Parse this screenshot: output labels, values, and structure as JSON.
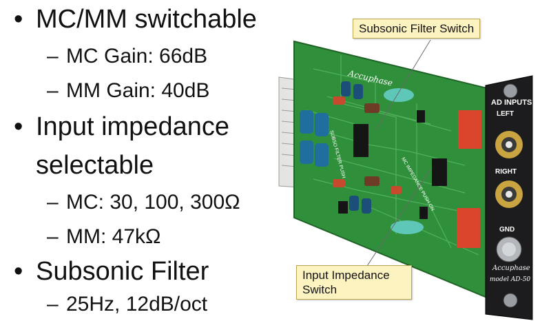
{
  "bullets": [
    {
      "text": "MC/MM switchable",
      "subs": [
        "MC Gain: 66dB",
        "MM Gain: 40dB"
      ]
    },
    {
      "text": "Input impedance",
      "cont": "selectable",
      "subs": [
        "MC: 30, 100, 300Ω",
        "MM: 47kΩ"
      ]
    },
    {
      "text": "Subsonic Filter",
      "subs": [
        "25Hz, 12dB/oct"
      ]
    }
  ],
  "bullet_symbol": "•",
  "dash_symbol": "–",
  "callouts": {
    "subsonic_switch": "Subsonic Filter Switch",
    "impedance_switch_line1": "Input Impedance",
    "impedance_switch_line2": "Switch"
  },
  "board": {
    "brand": "Accuphase",
    "model": "model AD-50",
    "panel_title": "AD INPUTS",
    "left_label": "LEFT",
    "right_label": "RIGHT",
    "gnd_label": "GND",
    "chip_label_1": "SUBSO FILTER PUSH",
    "chip_label_2": "MC IMPEDANCE PUSH ON"
  },
  "colors": {
    "pcb_green": "#2f8f3a",
    "panel_black": "#1c1c1e",
    "callout_bg": "#fdf3c0",
    "relay_red": "#d9462c",
    "cap_blue": "#1f6e9e"
  }
}
